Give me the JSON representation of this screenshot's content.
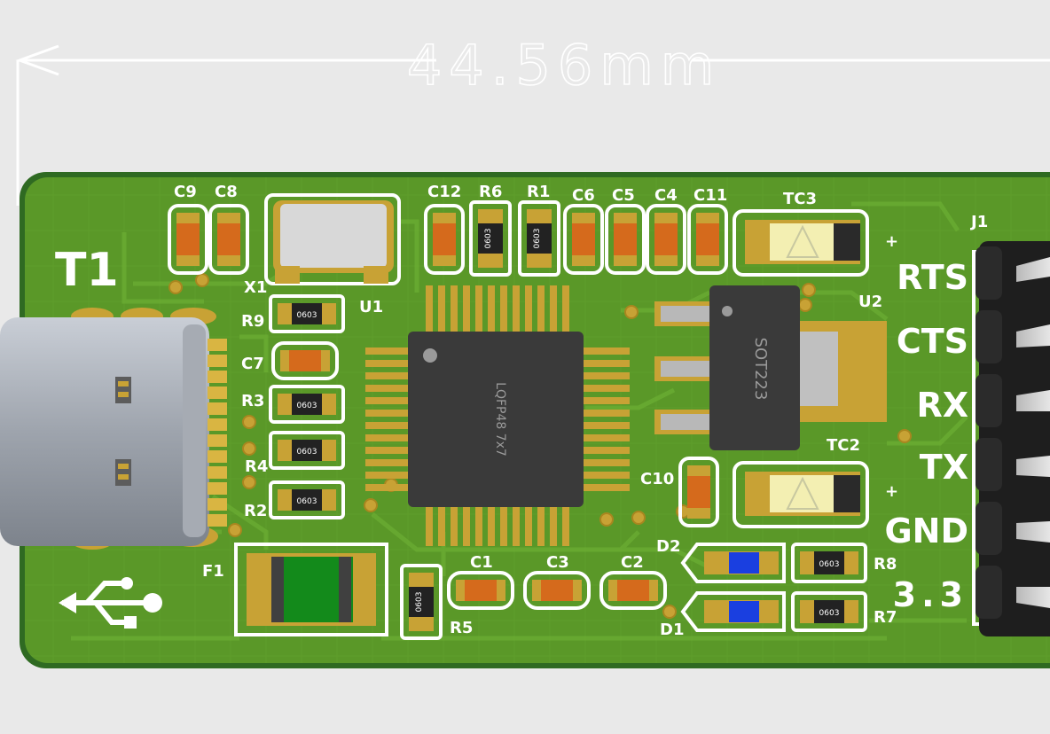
{
  "dimension": {
    "label": "44.56mm"
  },
  "board_labels": {
    "t1": "T1",
    "x1": "X1",
    "u1": "U1",
    "u2": "U2",
    "j1": "J1",
    "f1": "F1",
    "tc3": "TC3",
    "tc2": "TC2",
    "tc_plus": "+",
    "ic_u1": "LQFP48  7x7",
    "ic_u2": "SOT223",
    "pkg_0603": "0603"
  },
  "refs": {
    "C9": "C9",
    "C8": "C8",
    "C12": "C12",
    "R6": "R6",
    "R1": "R1",
    "C6": "C6",
    "C5": "C5",
    "C4": "C4",
    "C11": "C11",
    "R9": "R9",
    "C7": "C7",
    "R3": "R3",
    "R4": "R4",
    "R2": "R2",
    "C10": "C10",
    "C1": "C1",
    "C3": "C3",
    "C2": "C2",
    "R5": "R5",
    "D2": "D2",
    "D1": "D1",
    "R8": "R8",
    "R7": "R7"
  },
  "header_pins": [
    "RTS",
    "CTS",
    "RX",
    "TX",
    "GND",
    "3.3"
  ],
  "icons": {
    "usb": "usb-trident-icon"
  },
  "colors": {
    "pcb": "#5b9a29",
    "silkscreen": "#ffffff",
    "pad_gold": "#c8a235",
    "ic_body": "#3a3a3a",
    "led": "#1a3fe0",
    "fuse": "#138a1b",
    "capacitor": "#d56a1c"
  }
}
